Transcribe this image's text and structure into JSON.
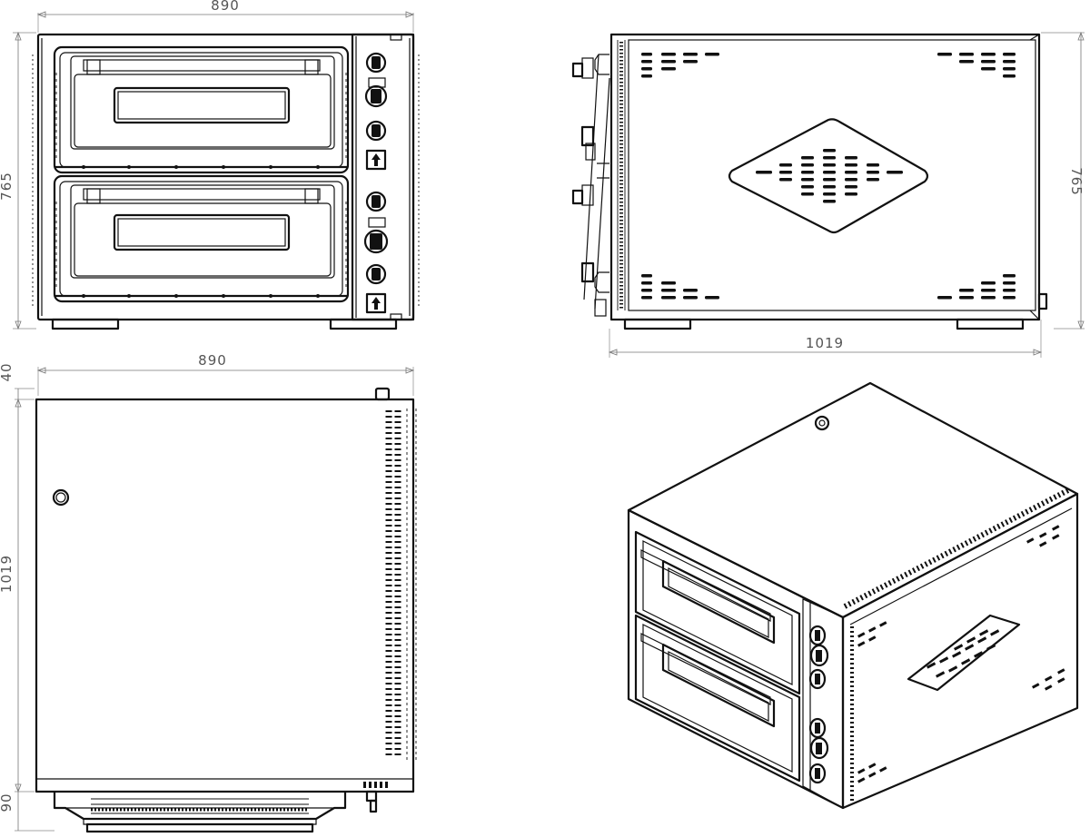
{
  "views": {
    "front": {
      "name": "front-view",
      "width_label": "890",
      "height_label": "765"
    },
    "side": {
      "name": "side-view",
      "depth_label": "1019",
      "height_label": "765"
    },
    "top": {
      "name": "top-view",
      "width_label": "890",
      "depth_label": "1019",
      "top_offset_label": "40",
      "bottom_offset_label": "90"
    },
    "iso": {
      "name": "isometric-view"
    }
  }
}
